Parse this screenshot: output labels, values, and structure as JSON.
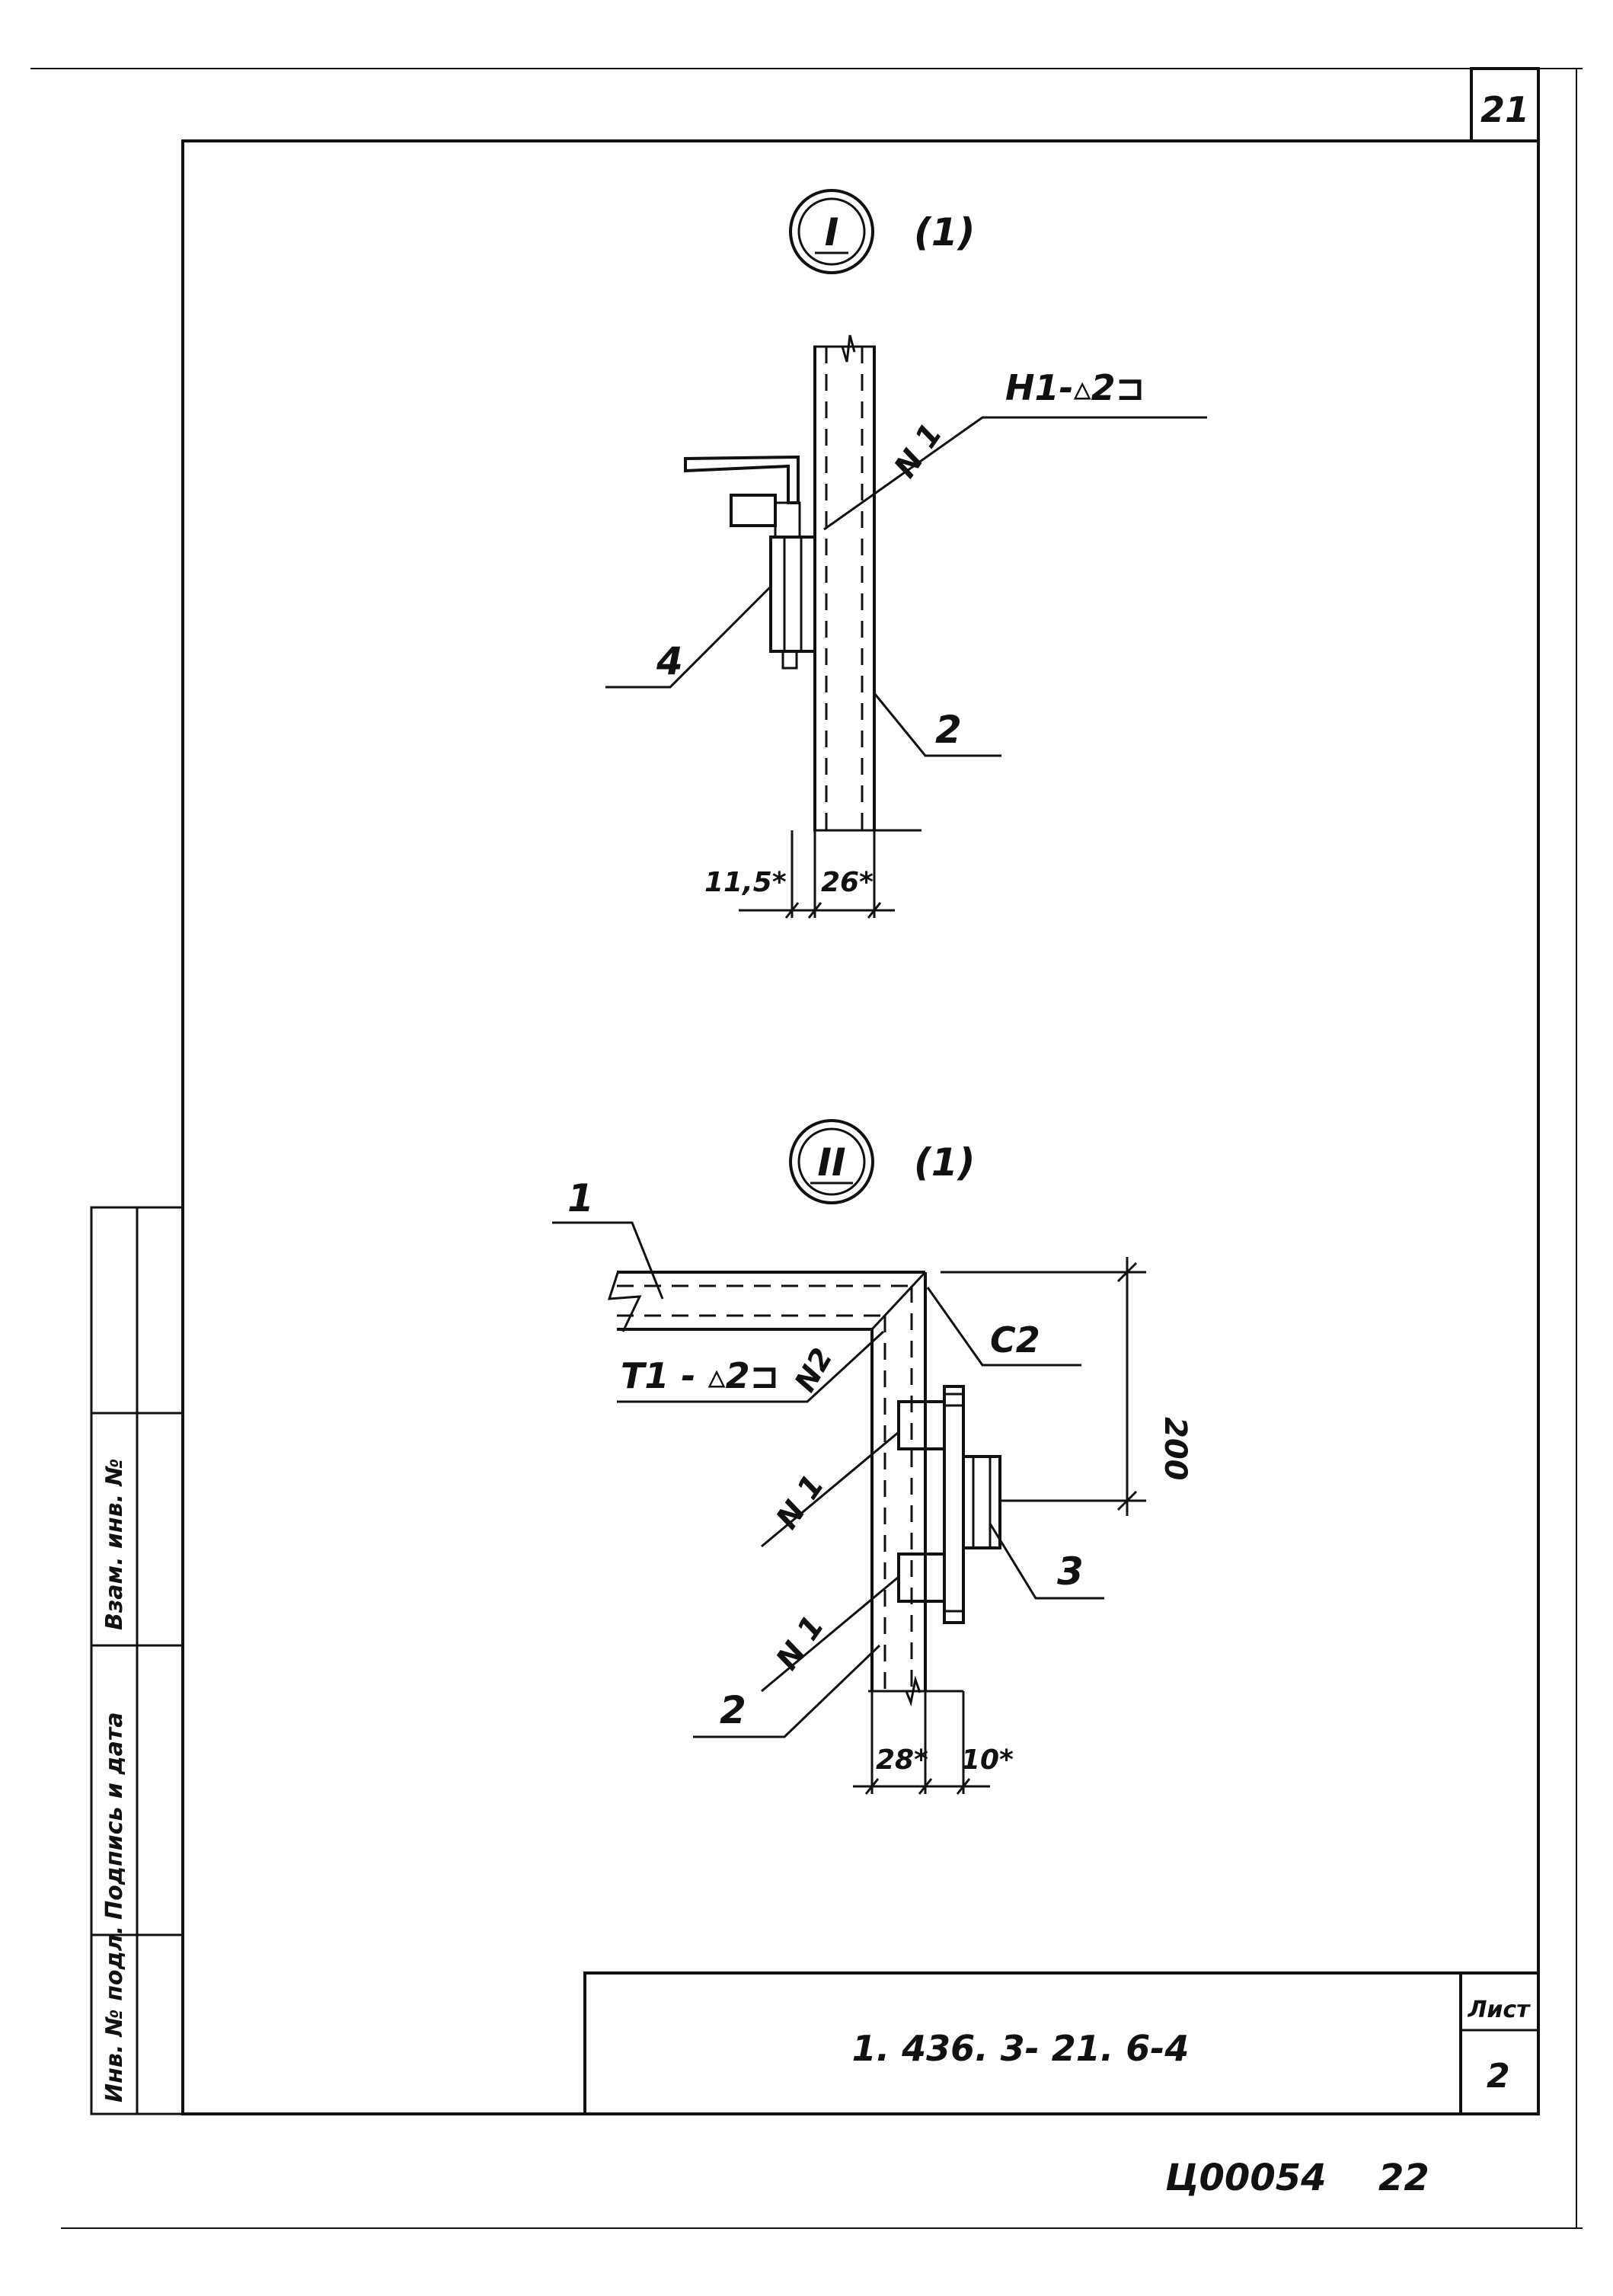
{
  "sheet": {
    "corner_number": "21",
    "doc_code": "1. 436. 3- 21. 6-4",
    "sheet_label": "Лист",
    "sheet_number": "2",
    "archive_code": "Ц00054",
    "archive_page": "22",
    "side_stamp": [
      "Инв. № подл.",
      "Подпись и дата",
      "Взам. инв. №"
    ]
  },
  "detail_1": {
    "marker": "I",
    "ref": "(1)",
    "weld_label": "H1-▵2⊐",
    "weld_n": "N 1",
    "pos_4": "4",
    "pos_2": "2",
    "dim_a": "11,5*",
    "dim_b": "26*"
  },
  "detail_2": {
    "marker": "II",
    "ref": "(1)",
    "pos_1": "1",
    "weld_c2": "C2",
    "weld_n2": "N2",
    "weld_t1": "T1 - ▵2⊐",
    "weld_n1_top": "N 1",
    "weld_n1_bottom": "N 1",
    "pos_3": "3",
    "pos_2": "2",
    "dim_v": "200",
    "dim_a": "28*",
    "dim_b": "10*"
  }
}
